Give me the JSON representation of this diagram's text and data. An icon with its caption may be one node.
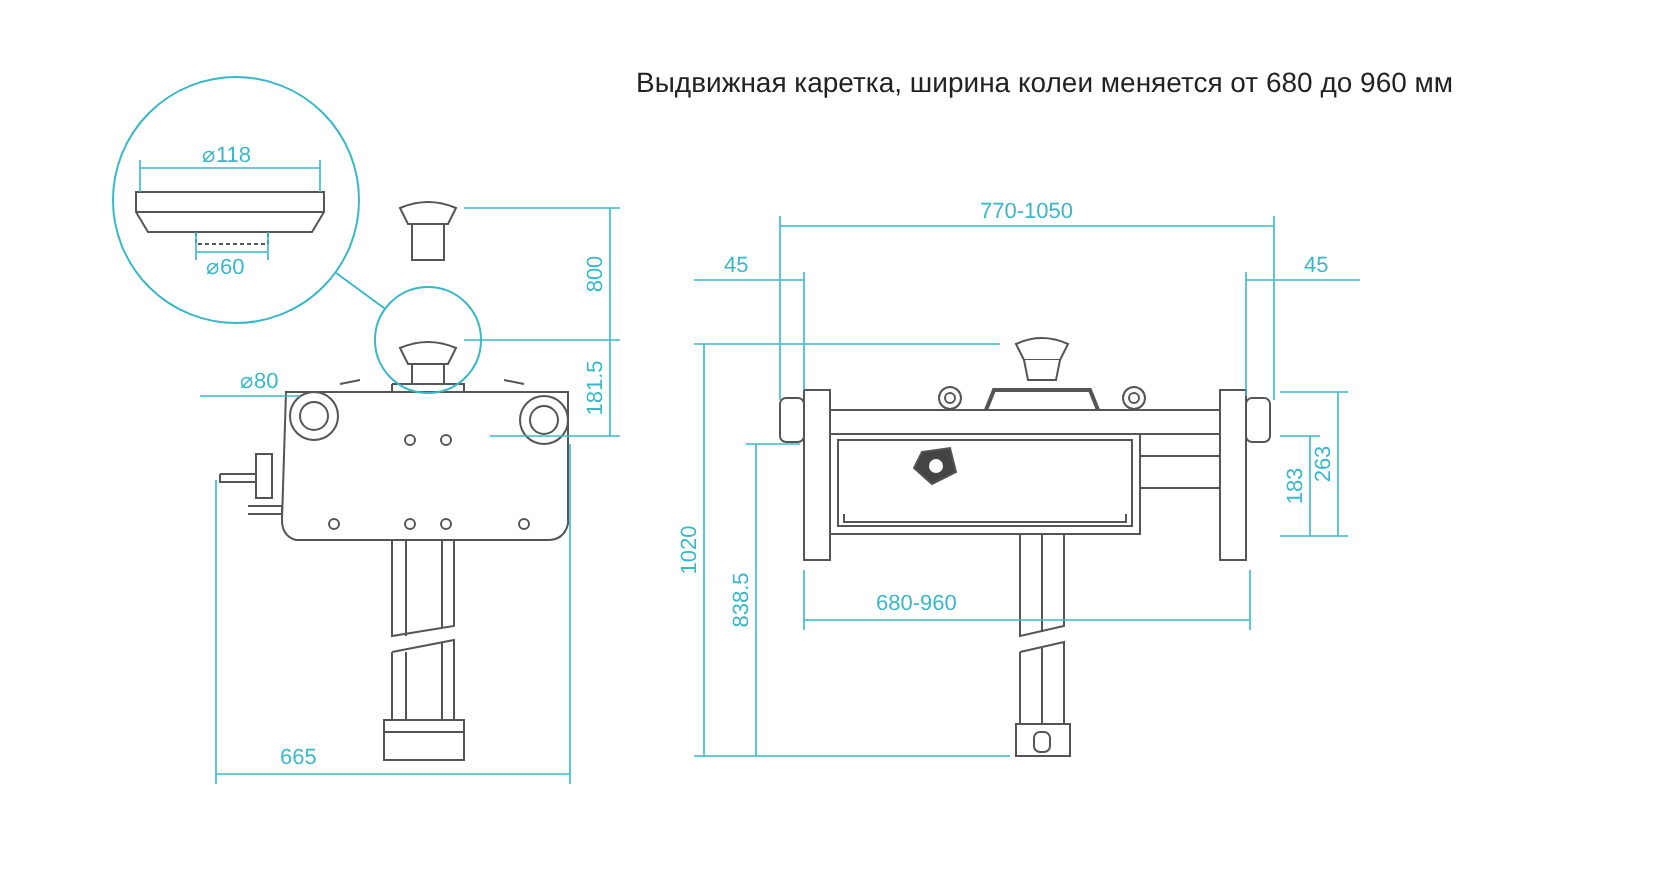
{
  "diagram": {
    "title": "Выдвижная каретка, ширина колеи меняется от 680 до 960 мм",
    "nodes": [
      {
        "text": [
          "⌀118",
          "⌀60"
        ]
      },
      {
        "text": [],
        "shape": "circle"
      }
    ],
    "edges": [
      {
        "from": 0,
        "to": 1,
        "arrow": "none"
      }
    ],
    "labels": [
      "⌀80",
      "800",
      "181.5",
      "665",
      "770-1050",
      "45",
      "45",
      "1020",
      "838.5",
      "680-960",
      "183",
      "263"
    ]
  }
}
